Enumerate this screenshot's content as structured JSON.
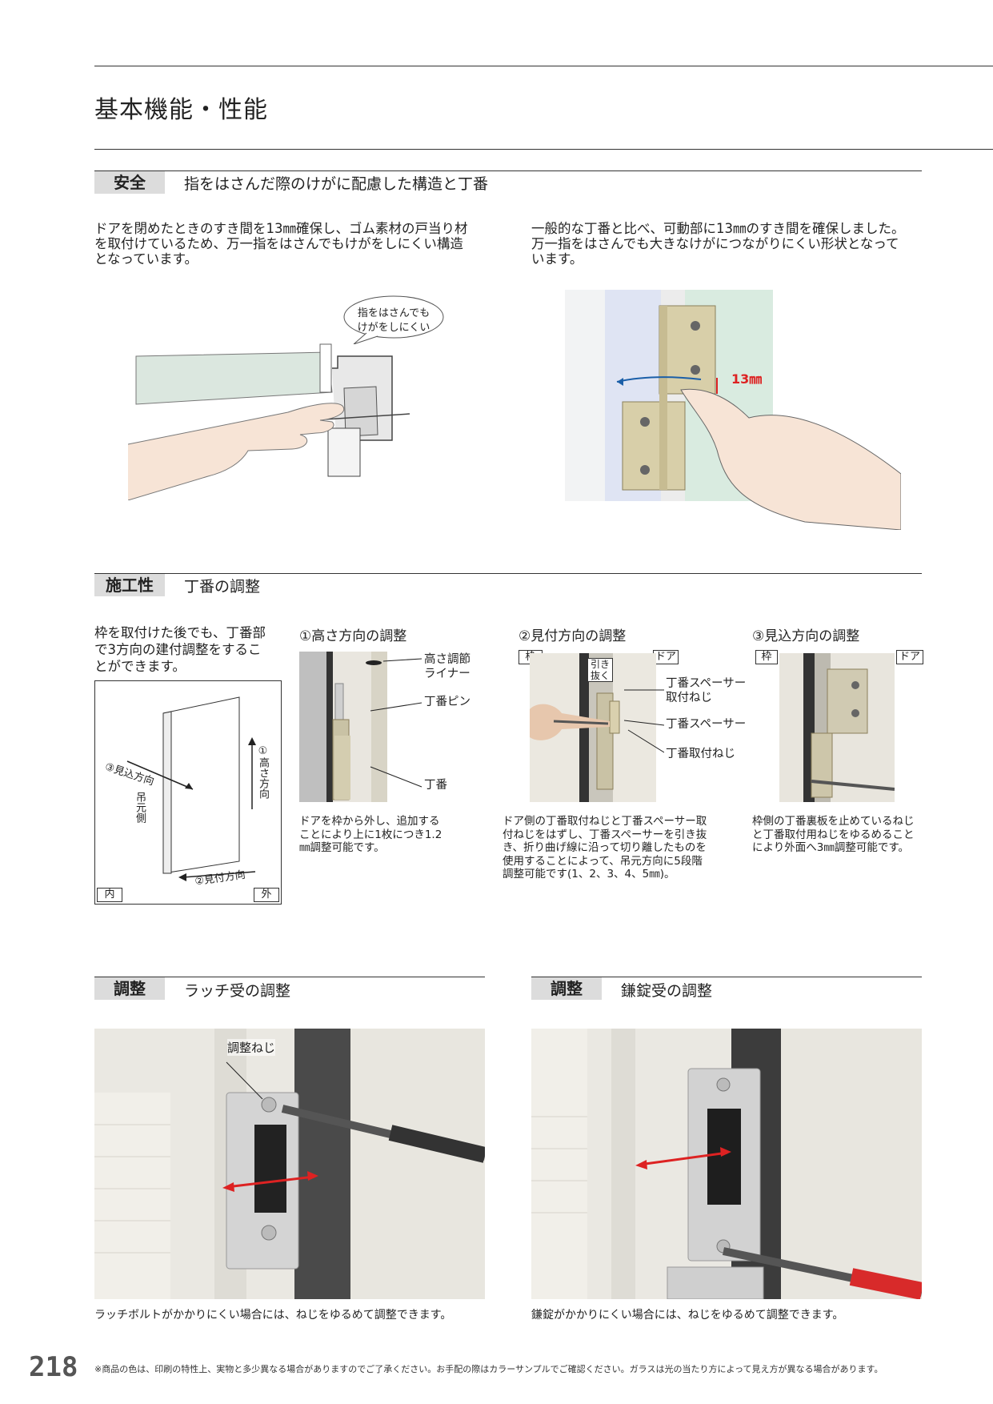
{
  "title": "基本機能・性能",
  "safety": {
    "tag": "安全",
    "heading": "指をはさんだ際のけがに配慮した構造と丁番",
    "left_text": [
      "ドアを閉めたときのすき間を13㎜確保し、ゴム素材の戸当り材",
      "を取付けているため、万一指をはさんでもけがをしにくい構造",
      "となっています。"
    ],
    "right_text": [
      "一般的な丁番と比べ、可動部に13㎜のすき間を確保しました。",
      "万一指をはさんでも大きなけがにつながりにくい形状となって",
      "います。"
    ],
    "bubble": [
      "指をはさんでも",
      "けがをしにくい"
    ],
    "gap_label": "13㎜"
  },
  "construction": {
    "tag": "施工性",
    "heading": "丁番の調整",
    "intro": [
      "枠を取付けた後でも、丁番部",
      "で3方向の建付調整をするこ",
      "とができます。"
    ],
    "diagram": {
      "mitsukomi": "③見込方向",
      "takasa": "①高さ方向",
      "tsurimoto": "吊元側",
      "mitsuke": "②見付方向",
      "inside": "内",
      "outside": "外"
    },
    "step1": {
      "title": "①高さ方向の調整",
      "labels": [
        "高さ調節",
        "ライナー",
        "丁番ピン",
        "丁番"
      ],
      "caption": [
        "ドアを枠から外し、追加する",
        "ことにより上に1枚につき1.2",
        "㎜調整可能です。"
      ]
    },
    "step2": {
      "title": "②見付方向の調整",
      "frame": "枠",
      "door": "ドア",
      "pull": [
        "引き",
        "抜く"
      ],
      "labels": [
        "丁番スペーサー",
        "取付ねじ",
        "丁番スペーサー",
        "丁番取付ねじ"
      ],
      "caption": [
        "ドア側の丁番取付ねじと丁番スペーサー取",
        "付ねじをはずし、丁番スペーサーを引き抜",
        "き、折り曲げ線に沿って切り離したものを",
        "使用することによって、吊元方向に5段階",
        "調整可能です(1、2、3、4、5㎜)。"
      ]
    },
    "step3": {
      "title": "③見込方向の調整",
      "frame": "枠",
      "door": "ドア",
      "caption": [
        "枠側の丁番裏板を止めているねじ",
        "と丁番取付用ねじをゆるめること",
        "により外面へ3㎜調整可能です。"
      ]
    }
  },
  "latch": {
    "tag": "調整",
    "heading": "ラッチ受の調整",
    "screw_label": "調整ねじ",
    "caption": "ラッチボルトがかかりにくい場合には、ねじをゆるめて調整できます。"
  },
  "deadbolt": {
    "tag": "調整",
    "heading": "鎌錠受の調整",
    "caption": "鎌錠がかかりにくい場合には、ねじをゆるめて調整できます。"
  },
  "page_number": "218",
  "footnote": "※商品の色は、印刷の特性上、実物と多少異なる場合がありますのでご了承ください。お手配の際はカラーサンプルでご確認ください。ガラスは光の当たり方によって見え方が異なる場合があります。"
}
